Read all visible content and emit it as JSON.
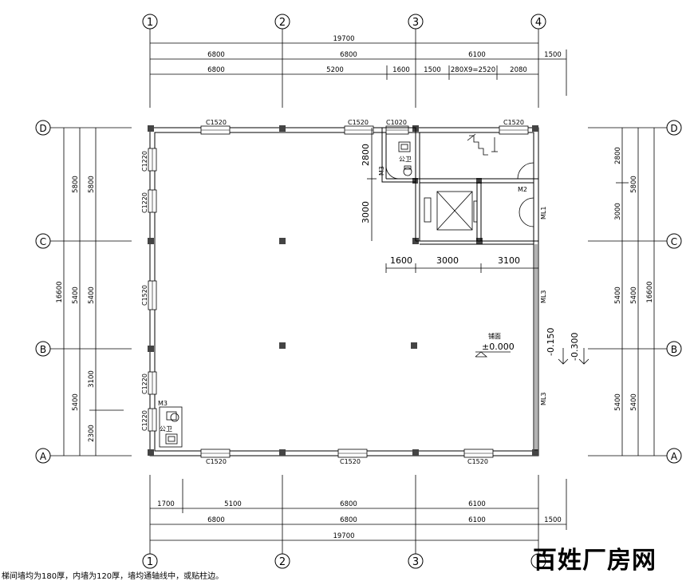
{
  "axes": {
    "columns": [
      "1",
      "2",
      "3",
      "4"
    ],
    "rows": [
      "D",
      "C",
      "B",
      "A"
    ]
  },
  "dimensions": {
    "top": {
      "total": "19700",
      "row2": [
        "6800",
        "6800",
        "6100",
        "1500"
      ],
      "row3": [
        "6800",
        "5200",
        "1600",
        "1500",
        "280X9=2520",
        "2080"
      ]
    },
    "bottom": {
      "row1": [
        "1700",
        "5100",
        "6800",
        "6100"
      ],
      "row2": [
        "6800",
        "6800",
        "6100",
        "1500"
      ],
      "total": "19700"
    },
    "left": {
      "inner": [
        "5800",
        "5400",
        "3100",
        "2300"
      ],
      "mid": [
        "5800",
        "5400",
        "5400"
      ],
      "total": "16600"
    },
    "right": {
      "inner": [
        "2800",
        "3000",
        "5400",
        "5400"
      ],
      "mid": [
        "5800"
      ],
      "total": "16600"
    },
    "interior": {
      "core_vertical": [
        "2800",
        "3000"
      ],
      "core_horizontal": [
        "1600",
        "3000",
        "3100"
      ]
    }
  },
  "labels": {
    "windows": [
      "C1520",
      "C1520",
      "C1020",
      "C1520",
      "C1520",
      "C1520",
      "C1520",
      "C1220",
      "C1220",
      "C1520",
      "C1220",
      "C1220"
    ],
    "doors": [
      "M3",
      "M2",
      "ML1",
      "ML3",
      "ML3",
      "M3"
    ],
    "rooms": [
      "公卫",
      "公卫"
    ],
    "floor": "铺面",
    "elevation_main": "±0.000",
    "elevation_a": "-0.150",
    "elevation_b": "-0.300"
  },
  "note": "梯间墙均为180厚，内墙为120厚，墙均通轴线中，或贴柱边。",
  "watermark": "百姓厂房网"
}
